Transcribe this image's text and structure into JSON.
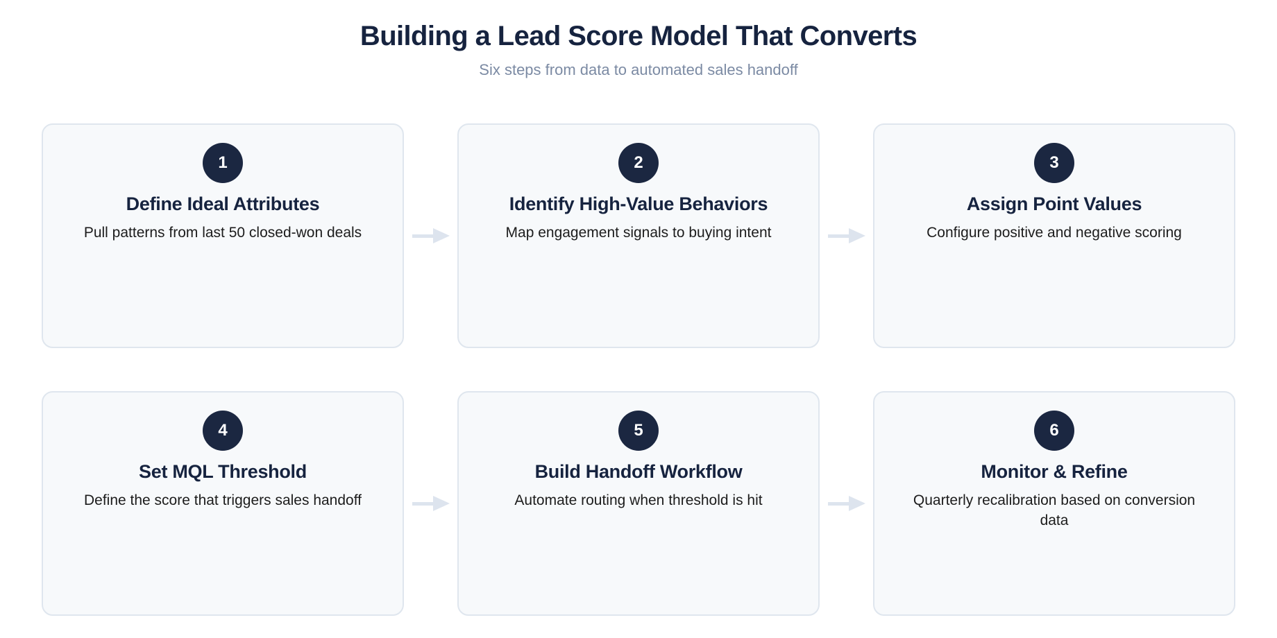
{
  "header": {
    "title": "Building a Lead Score Model That Converts",
    "subtitle": "Six steps from data to automated sales handoff"
  },
  "colors": {
    "title_navy": "#16233f",
    "subtitle_gray": "#7b8aa3",
    "badge_navy": "#1b2741",
    "card_background": "#f7f9fb",
    "card_border": "#dfe6ee",
    "arrow": "#dde4ee",
    "page_background": "#ffffff"
  },
  "steps": [
    {
      "number": "1",
      "title": "Define Ideal Attributes",
      "description": "Pull patterns from last 50 closed-won deals"
    },
    {
      "number": "2",
      "title": "Identify High-Value Behaviors",
      "description": "Map engagement signals to buying intent"
    },
    {
      "number": "3",
      "title": "Assign Point Values",
      "description": "Configure positive and negative scoring"
    },
    {
      "number": "4",
      "title": "Set MQL Threshold",
      "description": "Define the score that triggers sales handoff"
    },
    {
      "number": "5",
      "title": "Build Handoff Workflow",
      "description": "Automate routing when threshold is hit"
    },
    {
      "number": "6",
      "title": "Monitor & Refine",
      "description": "Quarterly recalibration based on conversion data"
    }
  ],
  "connectors": [
    {
      "name": "arrow-step-1-to-2"
    },
    {
      "name": "arrow-step-2-to-3"
    },
    {
      "name": "arrow-step-4-to-5"
    },
    {
      "name": "arrow-step-5-to-6"
    }
  ]
}
